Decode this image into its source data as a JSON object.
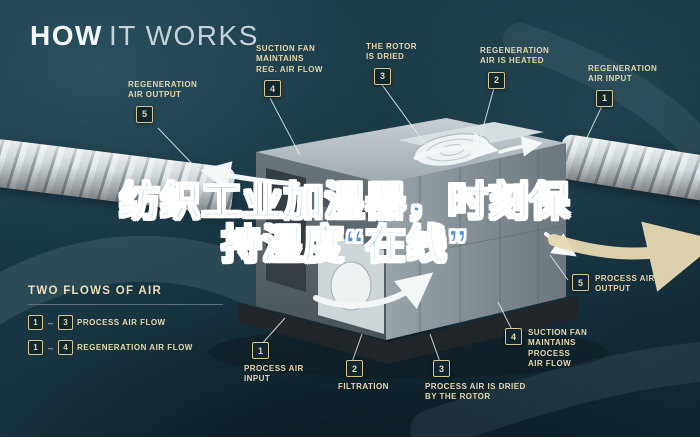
{
  "title": {
    "bold": "HOW",
    "light": "IT WORKS"
  },
  "headline": {
    "line1": "纺织工业加湿器，时刻保",
    "line2": "持湿度“在线”"
  },
  "callouts": [
    {
      "num": "5",
      "text": "REGENERATION\nAIR OUTPUT"
    },
    {
      "num": "4",
      "text": "SUCTION FAN\nMAINTAINS\nREG. AIR FLOW"
    },
    {
      "num": "3",
      "text": "THE ROTOR\nIS DRIED"
    },
    {
      "num": "2",
      "text": "REGENERATION\nAIR IS HEATED"
    },
    {
      "num": "1",
      "text": "REGENERATION\nAIR INPUT"
    },
    {
      "num": "5",
      "text": "PROCESS AIR\nOUTPUT"
    },
    {
      "num": "4",
      "text": "SUCTION FAN\nMAINTAINS PROCESS\nAIR FLOW"
    },
    {
      "num": "3",
      "text": "PROCESS AIR IS DRIED\nBY THE ROTOR"
    },
    {
      "num": "2",
      "text": "FILTRATION"
    },
    {
      "num": "1",
      "text": "PROCESS AIR\nINPUT"
    }
  ],
  "legend": {
    "heading": "TWO FLOWS OF AIR",
    "rows": [
      {
        "start": "1",
        "separator": "–",
        "end": "3",
        "label": "PROCESS AIR FLOW"
      },
      {
        "start": "1",
        "separator": "–",
        "end": "4",
        "label": "REGENERATION AIR FLOW"
      }
    ]
  },
  "colors": {
    "accent_tan": "#e6d6a8",
    "headline_blue": "#4d8fd2",
    "background_teal": "#16333f"
  }
}
